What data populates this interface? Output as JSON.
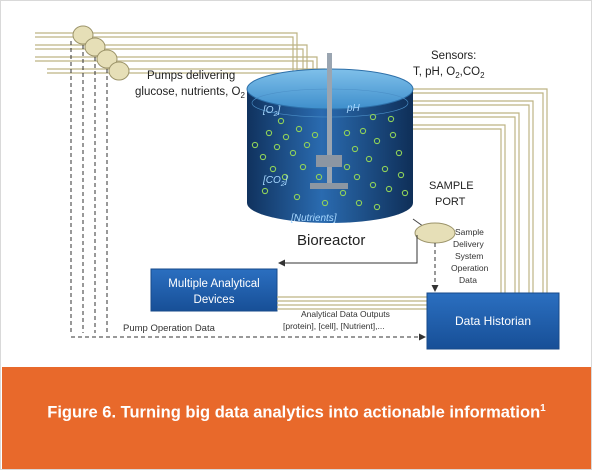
{
  "diagram": {
    "pumps_label_line1": "Pumps delivering",
    "pumps_label_line2": "glucose, nutrients, O",
    "pumps_label_sub": "2",
    "sensors_label_line1": "Sensors:",
    "sensors_label_line2": "T, pH, O",
    "sensors_label_sub1": "2",
    "sensors_label_mid": ",CO",
    "sensors_label_sub2": "2",
    "tank_o2": "[O",
    "tank_o2_sub": "2",
    "tank_o2_end": "]",
    "tank_ph": "pH",
    "tank_co2": "[CO",
    "tank_co2_sub": "2",
    "tank_co2_end": "]",
    "tank_nutrients": "[Nutrients]",
    "bioreactor_label": "Bioreactor",
    "sample_port_line1": "SAMPLE",
    "sample_port_line2": "PORT",
    "sample_delivery": [
      "Sample",
      "Delivery",
      "System",
      "Operation",
      "Data"
    ],
    "analytical_box_line1": "Multiple Analytical",
    "analytical_box_line2": "Devices",
    "analytical_outputs_line1": "Analytical Data Outputs",
    "analytical_outputs_line2": "[protein], [cell], [Nutrient],...",
    "pump_operation_label": "Pump Operation Data",
    "historian_label": "Data Historian"
  },
  "colors": {
    "box_blue": "#1f5fae",
    "tank_dark": "#1a4f8a",
    "tank_top": "#5ba8dc",
    "line_tan": "#c8bf92",
    "pump_fill": "#e6dfb7",
    "caption_orange": "#e8692b"
  },
  "caption": {
    "text": "Figure 6. Turning big data analytics into actionable information",
    "sup": "1"
  }
}
